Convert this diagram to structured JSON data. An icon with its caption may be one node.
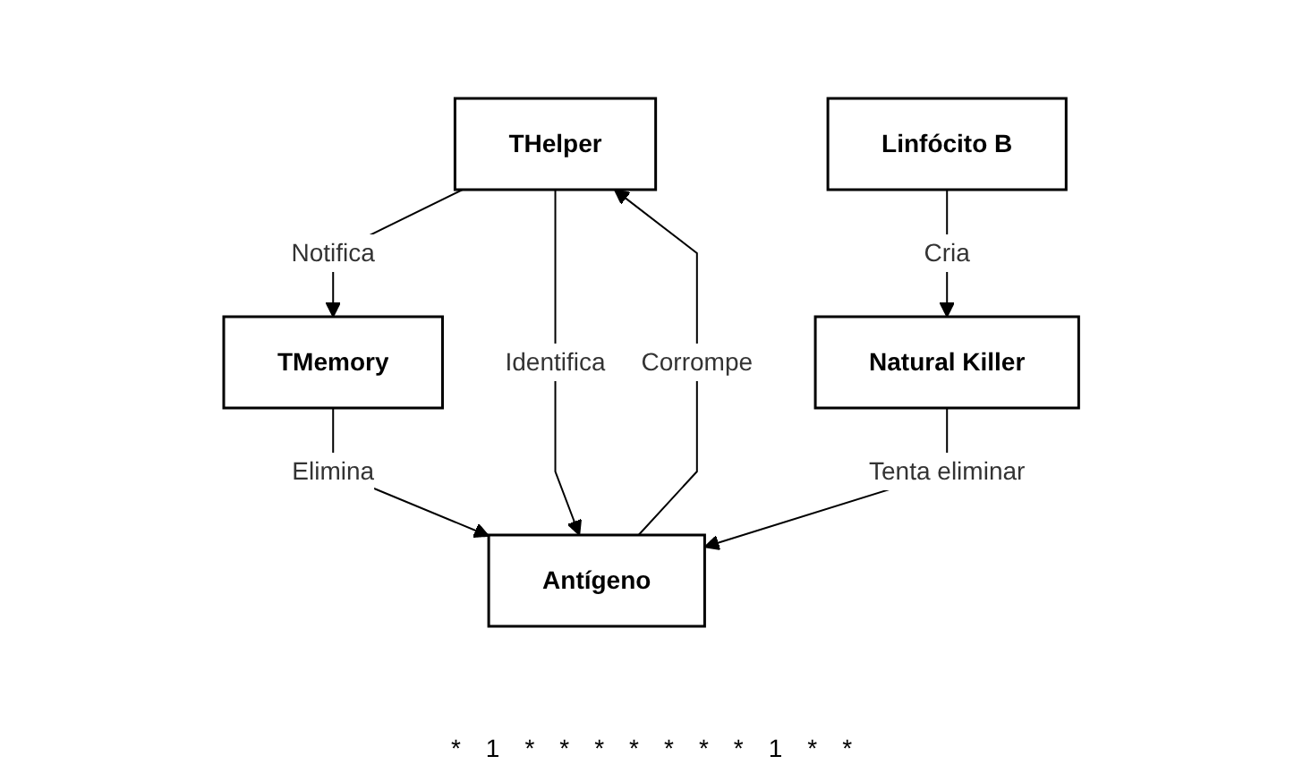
{
  "diagram": {
    "nodes": [
      {
        "text": [
          "THelper"
        ]
      },
      {
        "text": [
          "TMemory"
        ]
      },
      {
        "text": [
          "Linfócito B"
        ]
      },
      {
        "text": [
          "Antígeno"
        ]
      },
      {
        "text": [
          "Natural Killer"
        ]
      }
    ],
    "edges": [
      {
        "from": 0,
        "to": 1,
        "arrow": "to",
        "label": "Notifica"
      },
      {
        "from": 0,
        "to": 3,
        "arrow": "to",
        "label": "Identifica"
      },
      {
        "from": 1,
        "to": 3,
        "arrow": "to",
        "label": "Elimina"
      },
      {
        "from": 3,
        "to": 0,
        "arrow": "to",
        "label": "Corrompe"
      },
      {
        "from": 2,
        "to": 4,
        "arrow": "to",
        "label": "Cria"
      },
      {
        "from": 4,
        "to": 3,
        "arrow": "to",
        "label": "Tenta eliminar"
      }
    ],
    "labels": [
      "*",
      "1",
      "*",
      "*",
      "*",
      "*",
      "*",
      "*",
      "*",
      "1",
      "*",
      "*"
    ]
  }
}
